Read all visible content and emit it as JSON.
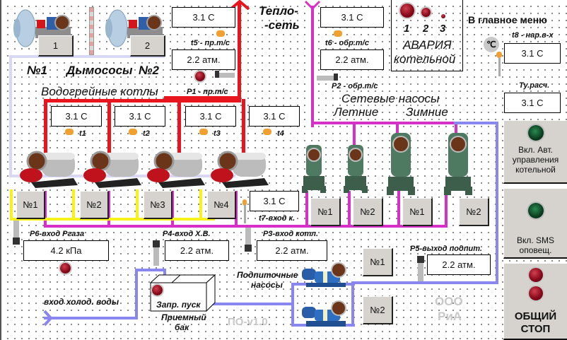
{
  "title": "Котельная — мнемосхема",
  "main_menu_label": "В главное меню",
  "smoke_exhausters": {
    "title": "Дымососы",
    "left_label": "№1",
    "right_label": "№2",
    "buttons": [
      "1",
      "2"
    ]
  },
  "boilers": {
    "title": "Водогрейные котлы",
    "buttons": [
      "№1",
      "№2",
      "№3",
      "№4"
    ],
    "temps": [
      {
        "label": "t1",
        "value": "3.1 C"
      },
      {
        "label": "t2",
        "value": "3.1 C"
      },
      {
        "label": "t3",
        "value": "3.1 C"
      },
      {
        "label": "t4",
        "value": "3.1 C"
      }
    ]
  },
  "heating_network": {
    "title_line1": "Тепло-",
    "title_line2": "-сеть"
  },
  "sensors": {
    "t5": {
      "label": "t5 - пр.т/с",
      "value": "3.1 C"
    },
    "p1": {
      "label": "P1 - пр.т/с",
      "value": "2.2 атм."
    },
    "t6": {
      "label": "t6 - обр.т/с",
      "value": "3.1 C"
    },
    "p2": {
      "label": "P2 - обр.т/с",
      "value": "2.2 атм."
    },
    "t7": {
      "label": "t7-вход к.",
      "value": "3.1 C"
    },
    "t8": {
      "label": "t8 - нар.в-х",
      "value": "3.1 C"
    },
    "ty": {
      "label": "Ту.расч.",
      "value": "3.1 C"
    },
    "p3": {
      "label": "P3-вход котл.",
      "value": "2.2 атм."
    },
    "p4": {
      "label": "P4-вход Х.В.",
      "value": "2.2 атм."
    },
    "p5": {
      "label": "P5-выход подпит.",
      "value": "2.2 атм."
    },
    "p6": {
      "label": "P6-вход Ргаза",
      "value": "4.2 кПа"
    }
  },
  "alarm": {
    "numbers": [
      "1",
      "2",
      "3"
    ],
    "title_line1": "АВАРИЯ",
    "title_line2": "котельной"
  },
  "network_pumps": {
    "title": "Сетевые насосы",
    "summer": "Летние",
    "winter": "Зимние",
    "buttons": [
      "№1",
      "№2",
      "№1",
      "№2"
    ]
  },
  "makeup_pumps": {
    "title_line1": "Подпиточные",
    "title_line2": "насосы",
    "buttons": [
      "№1",
      "№2"
    ]
  },
  "tank": {
    "button": "Запр. пуск",
    "label_line1": "Приемный",
    "label_line2": "бак"
  },
  "cold_water_inlet": "вход холод. воды",
  "version": "ПО-v1.0",
  "company_line1": "ООО",
  "company_line2": "РиА",
  "side_panel": {
    "auto_control": "Вкл. Авт. управления котельной",
    "sms": "Вкл. SMS оповещ.",
    "stop_line1": "ОБЩИЙ",
    "stop_line2": "СТОП"
  },
  "colors": {
    "supply_pipe": "#e8141e",
    "return_pipe": "#d630c8",
    "cold_water_pipe": "#8a86f0",
    "gas_pipe": "#f6f21a",
    "alarm_lamp": "#8a0a1a",
    "ok_lamp": "#0b3d20"
  }
}
